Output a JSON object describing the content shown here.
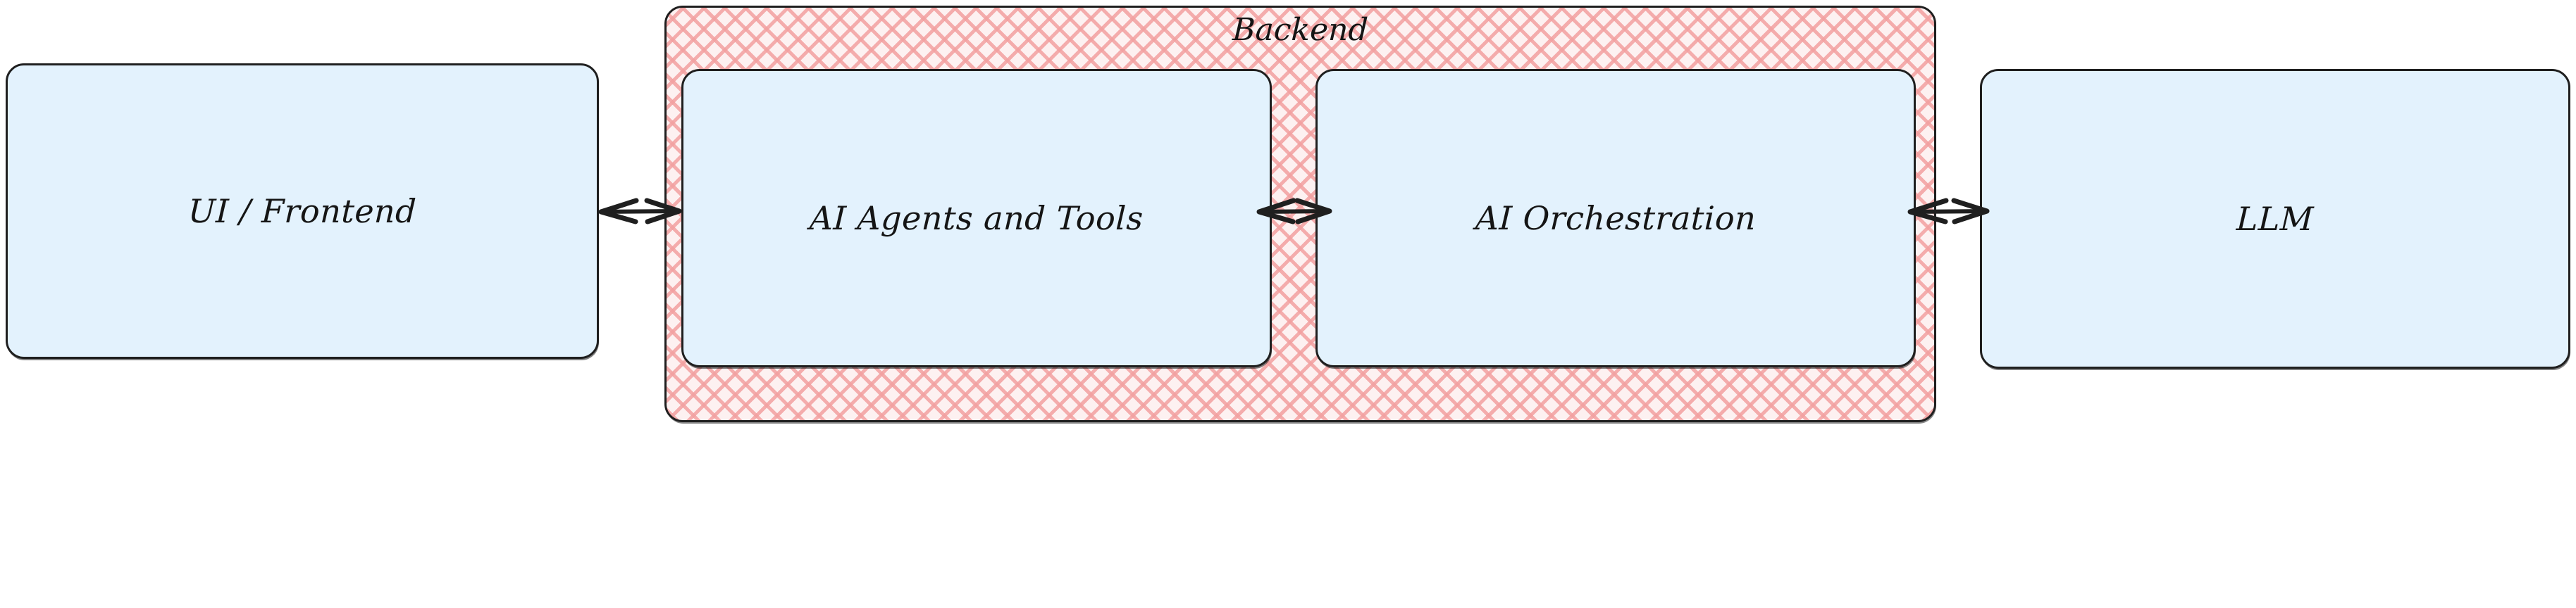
{
  "diagram": {
    "type": "flowchart-lr",
    "title": "",
    "background_color": "#ffffff",
    "node_fill": "#e3f2fd",
    "node_stroke": "#1f1f1f",
    "cluster_fill": "#fdf1f1",
    "cluster_hatch_color": "#f2a0a0",
    "cluster_stroke": "#1f1f1f",
    "edge_color": "#1f1f1f",
    "nodes": [
      {
        "id": "ui",
        "label": "UI / Frontend"
      },
      {
        "id": "agents",
        "label": "AI Agents and Tools"
      },
      {
        "id": "orchestration",
        "label": "AI Orchestration"
      },
      {
        "id": "llm",
        "label": "LLM"
      }
    ],
    "clusters": [
      {
        "id": "backend",
        "label": "Backend",
        "contains": [
          "agents",
          "orchestration"
        ]
      }
    ],
    "edges": [
      {
        "from": "ui",
        "to": "agents",
        "arrow": "bidirectional",
        "label": ""
      },
      {
        "from": "agents",
        "to": "orchestration",
        "arrow": "bidirectional",
        "label": ""
      },
      {
        "from": "orchestration",
        "to": "llm",
        "arrow": "bidirectional",
        "label": ""
      }
    ]
  }
}
